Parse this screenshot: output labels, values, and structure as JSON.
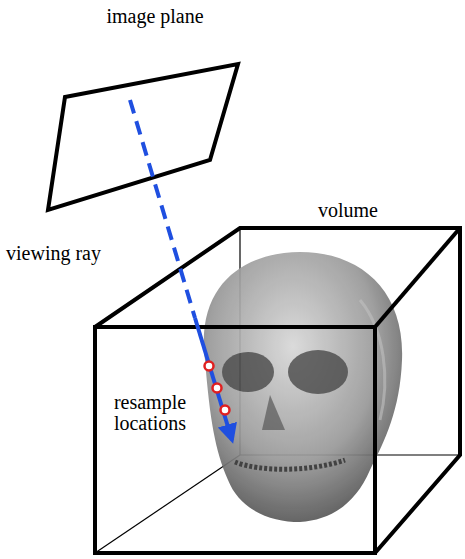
{
  "diagram": {
    "labels": [
      "image plane",
      "viewing ray",
      "volume",
      "resample locations"
    ]
  }
}
